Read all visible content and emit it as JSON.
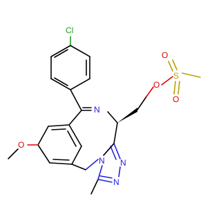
{
  "molecule": {
    "atoms": {
      "cl": {
        "symbol": "Cl",
        "color": "#1aa01a"
      },
      "n_imine": {
        "symbol": "N",
        "color": "#2020e0"
      },
      "n_bridge": {
        "symbol": "N",
        "color": "#2020e0"
      },
      "n_triazole_a": {
        "symbol": "N",
        "color": "#2020e0"
      },
      "n_triazole_b": {
        "symbol": "N",
        "color": "#2020e0"
      },
      "o_methoxy": {
        "symbol": "O",
        "color": "#e00000"
      },
      "o_ester": {
        "symbol": "O",
        "color": "#e00000"
      },
      "o_sulfonyl_top": {
        "symbol": "O",
        "color": "#e00000"
      },
      "o_sulfonyl_bottom": {
        "symbol": "O",
        "color": "#e00000"
      },
      "s": {
        "symbol": "S",
        "color": "#b8a000"
      }
    },
    "bond_color": "#000000"
  }
}
